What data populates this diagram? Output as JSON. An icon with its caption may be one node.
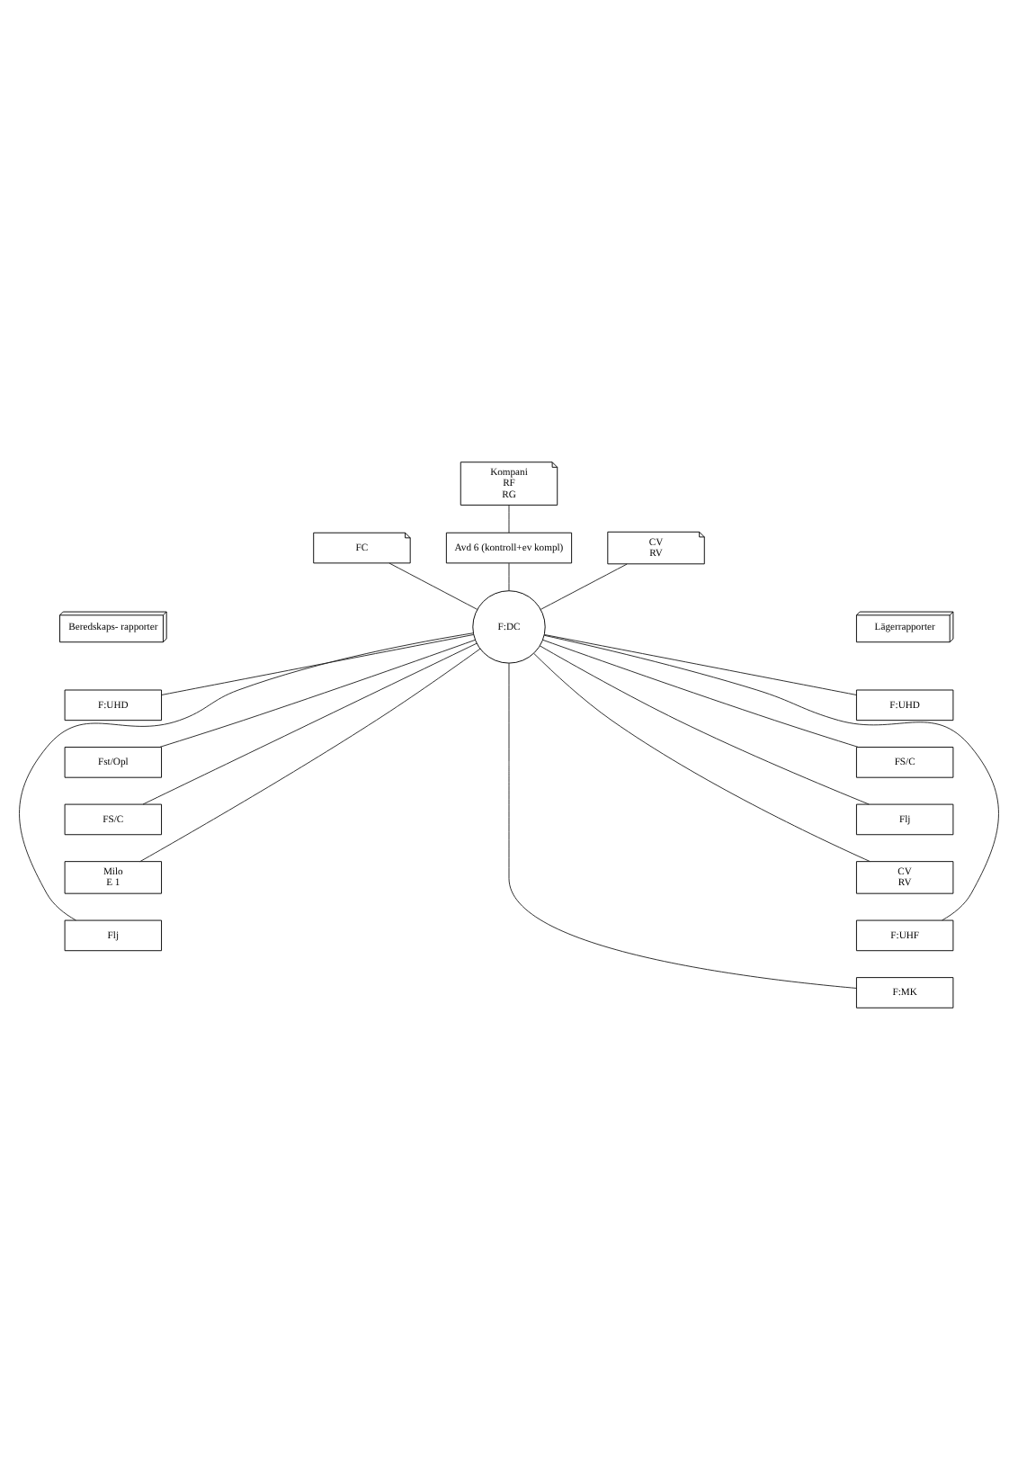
{
  "diagram": {
    "nodes": [
      {
        "text": [
          "Kompani",
          "RF",
          "RG"
        ]
      },
      {
        "text": [
          "FC"
        ]
      },
      {
        "text": [
          "Avd 6 (kontroll+ev kompl)"
        ]
      },
      {
        "text": [
          "CV",
          "RV"
        ]
      },
      {
        "text": [
          "Lägerrapporter"
        ]
      },
      {
        "text": [
          "F:DC"
        ]
      },
      {
        "text": [
          "Beredskaps- rapporter"
        ]
      },
      {
        "text": [
          "F:UHD"
        ]
      },
      {
        "text": [
          "F:UHD"
        ]
      },
      {
        "text": [
          "FS/C"
        ]
      },
      {
        "text": [
          "Fst/Opl"
        ]
      },
      {
        "text": [
          "Flj"
        ]
      },
      {
        "text": [
          "FS/C"
        ]
      },
      {
        "text": [
          "CV",
          "RV"
        ]
      },
      {
        "text": [
          "Milo",
          "E 1"
        ]
      },
      {
        "text": [
          "F:UHF"
        ]
      },
      {
        "text": [
          "Flj"
        ]
      },
      {
        "text": [
          "F:MK"
        ]
      }
    ],
    "edges": [
      {
        "from": 0,
        "to": 2,
        "arrow": "none"
      },
      {
        "from": 2,
        "to": 5,
        "arrow": "none"
      },
      {
        "from": 1,
        "to": 5,
        "arrow": "none"
      },
      {
        "from": 3,
        "to": 5,
        "arrow": "none"
      },
      {
        "from": 5,
        "to": 7,
        "arrow": "none"
      },
      {
        "from": 5,
        "to": 9,
        "arrow": "none"
      },
      {
        "from": 5,
        "to": 11,
        "arrow": "none"
      },
      {
        "from": 5,
        "to": 13,
        "arrow": "none"
      },
      {
        "from": 5,
        "to": 15,
        "arrow": "none"
      },
      {
        "from": 5,
        "to": 17,
        "arrow": "none"
      },
      {
        "from": 5,
        "to": 8,
        "arrow": "none"
      },
      {
        "from": 5,
        "to": 10,
        "arrow": "none"
      },
      {
        "from": 5,
        "to": 12,
        "arrow": "none"
      },
      {
        "from": 5,
        "to": 14,
        "arrow": "none"
      },
      {
        "from": 5,
        "to": 16,
        "arrow": "none"
      }
    ]
  }
}
